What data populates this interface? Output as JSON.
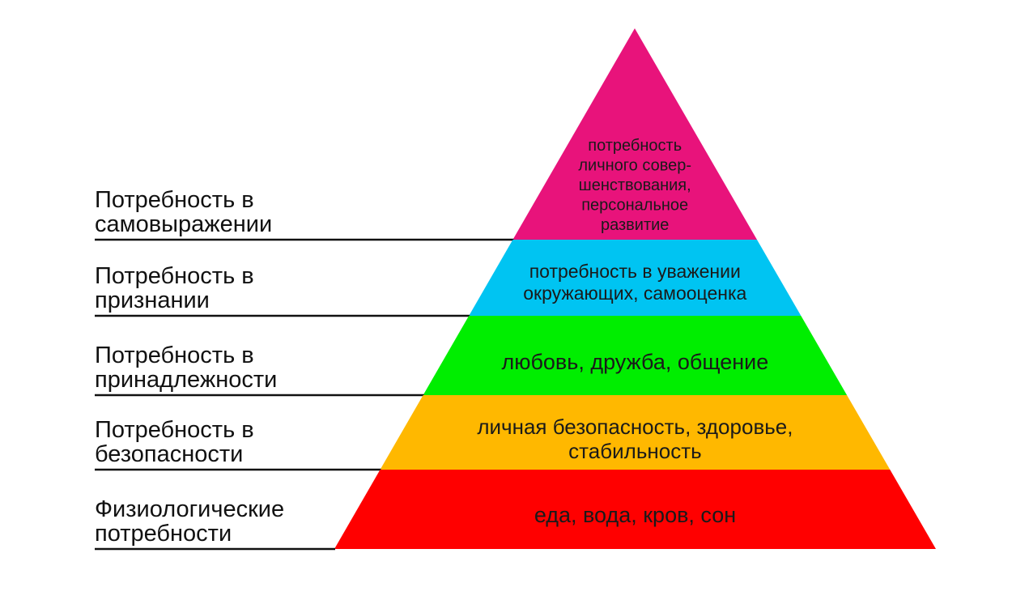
{
  "levels": [
    {
      "label_lines": [
        "Потребность в",
        "самовыражении"
      ],
      "inner_lines": [
        "потребность",
        "личного совер-",
        "шенствования,",
        "персональное",
        "развитие"
      ],
      "color": "#e8137b"
    },
    {
      "label_lines": [
        "Потребность в",
        "признании"
      ],
      "inner_lines": [
        "потребность в уважении",
        "окружающих, самооценка"
      ],
      "color": "#00c4f2"
    },
    {
      "label_lines": [
        "Потребность в",
        "принадлежности"
      ],
      "inner_lines": [
        "любовь, дружба, общение"
      ],
      "color": "#00ee00"
    },
    {
      "label_lines": [
        "Потребность в",
        "безопасности"
      ],
      "inner_lines": [
        "личная безопасность, здоровье,",
        "стабильность"
      ],
      "color": "#ffb800"
    },
    {
      "label_lines": [
        "Физиологические",
        "потребности"
      ],
      "inner_lines": [
        "еда, вода, кров, сон"
      ],
      "color": "#ff0000"
    }
  ]
}
